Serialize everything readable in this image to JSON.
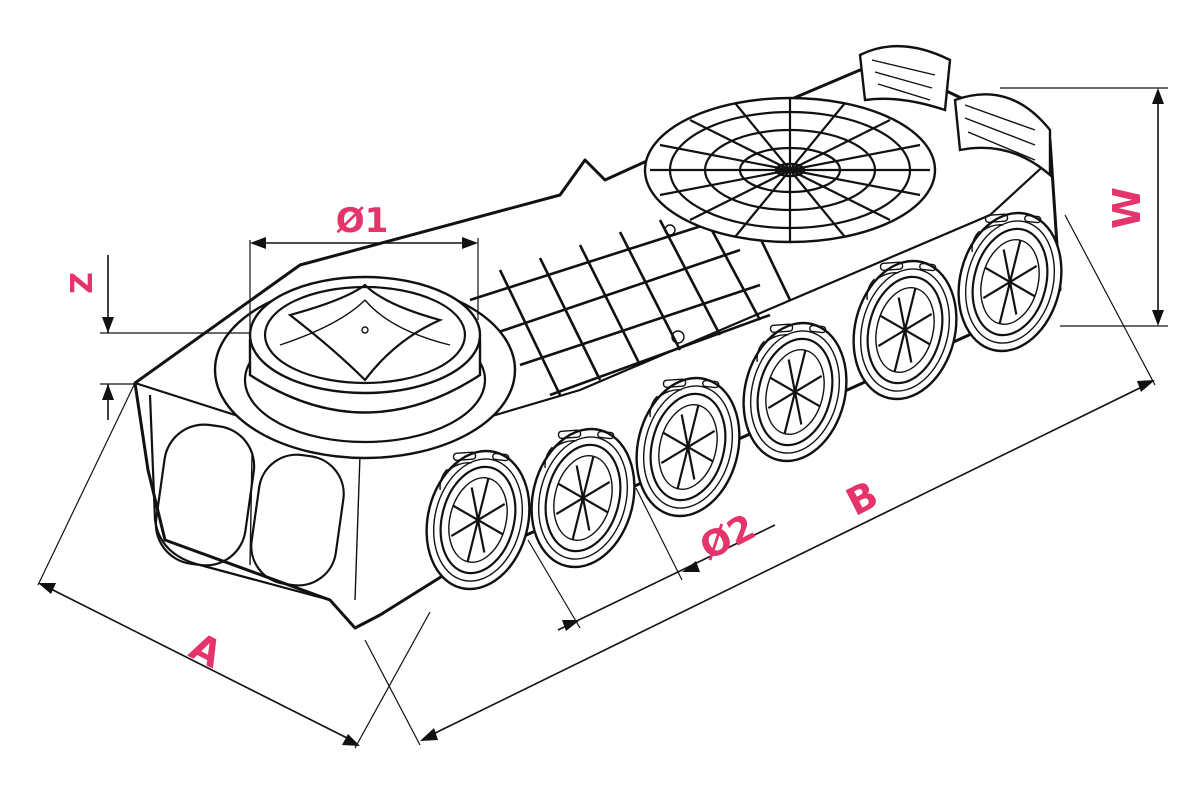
{
  "labels": {
    "diameter_1": "Ø1",
    "diameter_2": "Ø2",
    "dim_a": "A",
    "dim_b": "B",
    "dim_w": "W",
    "dim_z": "Z"
  },
  "colors": {
    "label": "#e5336b",
    "line": "#111111"
  }
}
